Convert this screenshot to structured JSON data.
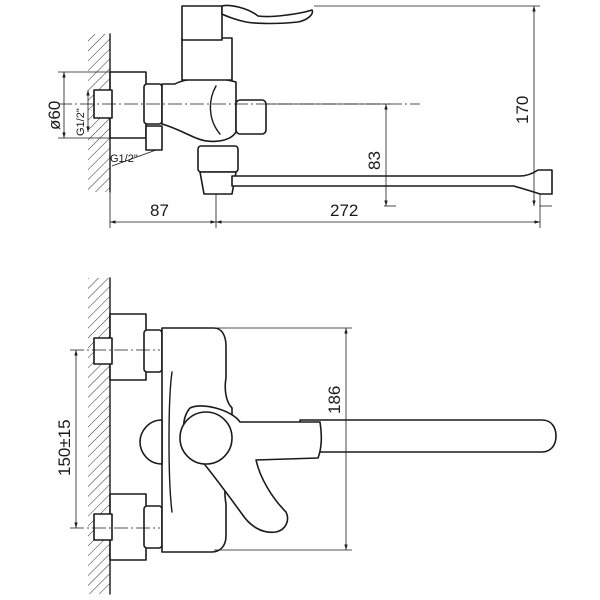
{
  "dimensions": {
    "diameter": "ø60",
    "thread_inlet_top": "G1/2\"",
    "thread_outlet": "G1/2\"",
    "height_top": "170",
    "spout_offset": "83",
    "wall_distance": "87",
    "spout_length": "272",
    "center_distance": "150±15",
    "body_height": "186"
  }
}
